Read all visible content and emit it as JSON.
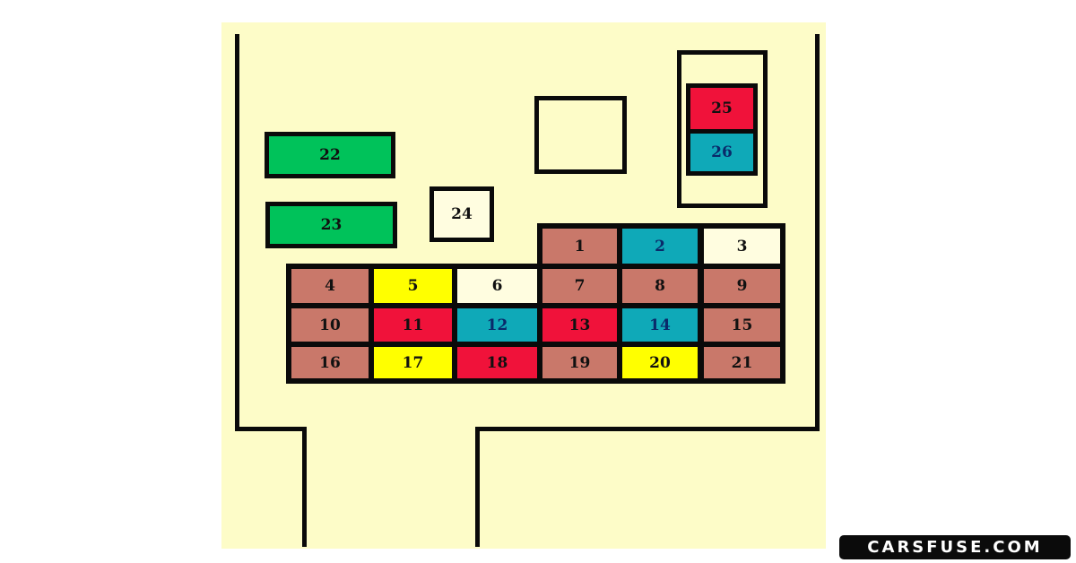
{
  "colors": {
    "background": "#fdfcc8",
    "brown": "#c9786a",
    "teal": "#0fa9b8",
    "cream": "#fffde0",
    "yellow": "#ffff00",
    "red": "#f0123a",
    "green": "#00c25a",
    "outline": "#0a0a0a"
  },
  "relays": [
    {
      "id": "22",
      "label": "22",
      "color": "green"
    },
    {
      "id": "23",
      "label": "23",
      "color": "green"
    },
    {
      "id": "24",
      "label": "24",
      "color": "cream"
    }
  ],
  "top_right_fuses": [
    {
      "id": "25",
      "label": "25",
      "color": "red"
    },
    {
      "id": "26",
      "label": "26",
      "color": "teal"
    }
  ],
  "fuse_grid": {
    "row0": [
      {
        "label": "1",
        "color": "brown"
      },
      {
        "label": "2",
        "color": "teal"
      },
      {
        "label": "3",
        "color": "cream"
      }
    ],
    "row1": [
      {
        "label": "4",
        "color": "brown"
      },
      {
        "label": "5",
        "color": "yellow"
      },
      {
        "label": "6",
        "color": "cream"
      },
      {
        "label": "7",
        "color": "brown"
      },
      {
        "label": "8",
        "color": "brown"
      },
      {
        "label": "9",
        "color": "brown"
      }
    ],
    "row2": [
      {
        "label": "10",
        "color": "brown"
      },
      {
        "label": "11",
        "color": "red"
      },
      {
        "label": "12",
        "color": "teal"
      },
      {
        "label": "13",
        "color": "red"
      },
      {
        "label": "14",
        "color": "teal"
      },
      {
        "label": "15",
        "color": "brown"
      }
    ],
    "row3": [
      {
        "label": "16",
        "color": "brown"
      },
      {
        "label": "17",
        "color": "yellow"
      },
      {
        "label": "18",
        "color": "red"
      },
      {
        "label": "19",
        "color": "brown"
      },
      {
        "label": "20",
        "color": "yellow"
      },
      {
        "label": "21",
        "color": "brown"
      }
    ]
  },
  "watermark": "CARSFUSE.COM"
}
